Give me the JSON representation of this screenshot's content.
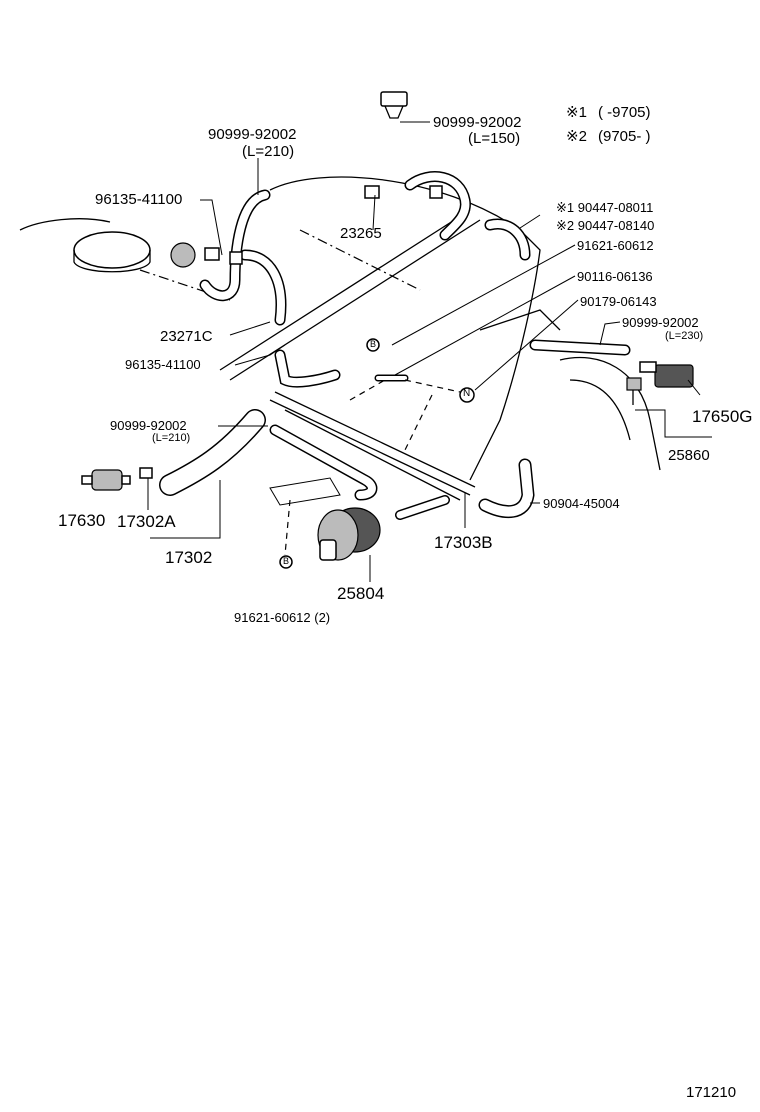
{
  "variants": {
    "v1_mark": "※1",
    "v1_range": "(        -9705)",
    "v2_mark": "※2",
    "v2_range": "(9705-        )"
  },
  "labels": {
    "p90999_92002_a": "90999-92002",
    "p90999_92002_a_len": "(L=210)",
    "p90999_92002_b": "90999-92002",
    "p90999_92002_b_len": "(L=150)",
    "p96135_41100_a": "96135-41100",
    "p23265": "23265",
    "p90447_08011": "※1 90447-08011",
    "p90447_08140": "※2 90447-08140",
    "p91621_60612_a": "91621-60612",
    "p90116_06136": "90116-06136",
    "p90179_06143": "90179-06143",
    "p90999_92002_c": "90999-92002",
    "p90999_92002_c_len": "(L=230)",
    "p23271c": "23271C",
    "p96135_41100_b": "96135-41100",
    "p17650g": "17650G",
    "p90999_92002_d": "90999-92002",
    "p90999_92002_d_len": "(L=210)",
    "p25860": "25860",
    "p90904_45004": "90904-45004",
    "p17630": "17630",
    "p17302a": "17302A",
    "p17302": "17302",
    "p17303b": "17303B",
    "p25804": "25804",
    "p91621_60612_b": "91621-60612 (2)",
    "marker_b": "B",
    "marker_n": "N",
    "figure_no": "171210"
  }
}
